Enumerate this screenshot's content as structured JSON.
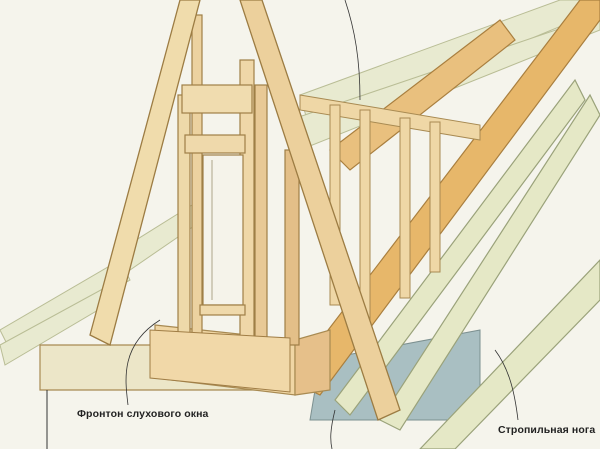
{
  "diagram": {
    "subject": "dormer window framing",
    "labels": [
      {
        "id": "gable",
        "text": "Фронтон слухового окна"
      },
      {
        "id": "rafter",
        "text": "Стропильная нога"
      }
    ],
    "colors": {
      "background": "#f5f4ec",
      "wood_light": "#efdcae",
      "wood_mid": "#e6c48a",
      "wood_orange": "#e7b76a",
      "rafter_green": "#e5e8c6",
      "shadow_blue": "#a9bfc2",
      "outline": "#8a7a55"
    }
  }
}
